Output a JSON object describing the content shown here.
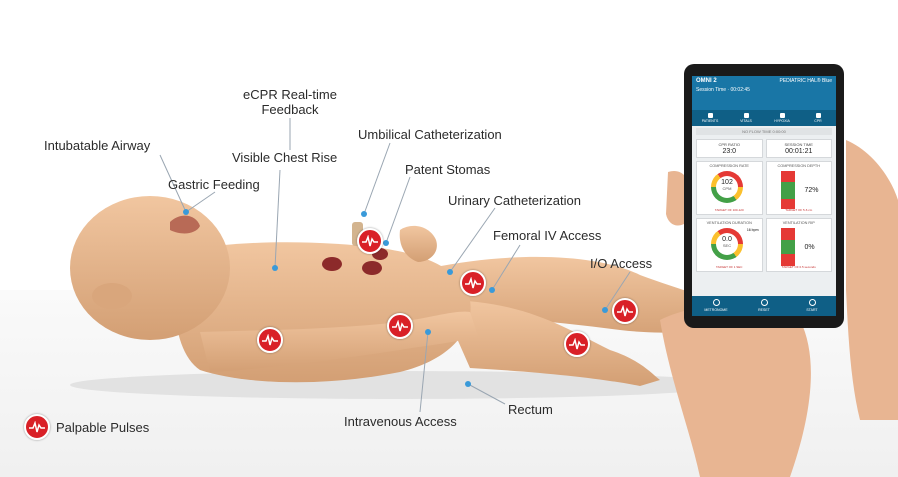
{
  "labels": {
    "intubatable_airway": "Intubatable Airway",
    "gastric_feeding": "Gastric Feeding",
    "ecpr_line1": "eCPR Real-time",
    "ecpr_line2": "Feedback",
    "visible_chest_rise": "Visible Chest Rise",
    "umbilical": "Umbilical Catheterization",
    "patent_stomas": "Patent Stomas",
    "urinary": "Urinary Catheterization",
    "femoral_iv": "Femoral IV Access",
    "io_access": "I/O Access",
    "intravenous": "Intravenous Access",
    "rectum": "Rectum"
  },
  "legend": {
    "label": "Palpable Pulses",
    "icon": "pulse-icon"
  },
  "tablet": {
    "app_name": "OMNI 2",
    "device_name": "PEDIATRIC HAL® Blue",
    "session_label": "Session Time",
    "session_value": "00:02:45",
    "nav": [
      "PATIENTS",
      "VITALS",
      "HYPOXIA",
      "CPR"
    ],
    "no_flow_label": "NO FLOW TIME",
    "no_flow_value": "0:00:00",
    "cpr_ratio_label": "CPR RATIO",
    "cpr_ratio_value": "23:0",
    "session_time_label": "SESSION TIME",
    "session_time_value": "00:01:21",
    "compression_rate_label": "COMPRESSION RATE",
    "compression_rate_value": "102",
    "compression_rate_unit": "CPM",
    "compression_rate_target": "TARGET OF 100-120",
    "compression_depth_label": "COMPRESSION DEPTH",
    "compression_depth_value": "72%",
    "compression_depth_fraction": 0.72,
    "compression_depth_target": "TARGET OF 5-6 cm",
    "ventilation_duration_label": "VENTILATION DURATION",
    "ventilation_duration_value": "0.0",
    "ventilation_duration_unit": "SEC",
    "ventilation_rate": "16 bpm",
    "ventilation_duration_target": "TARGET OF 1 SEC",
    "ventilation_rip_label": "VENTILATION RIP",
    "ventilation_rip_value": "0%",
    "ventilation_rip_target": "TARGET OF 0.5 seconds",
    "footer": [
      "METRONOME",
      "RESET",
      "START"
    ],
    "colors": {
      "header": "#1976a6",
      "nav": "#0f5f86",
      "good": "#43a047",
      "bad": "#e53935",
      "warn": "#fbc02d"
    }
  },
  "colors": {
    "pulse": "#d92027",
    "dot": "#3a9ad9",
    "skin": "#e6b48c"
  }
}
